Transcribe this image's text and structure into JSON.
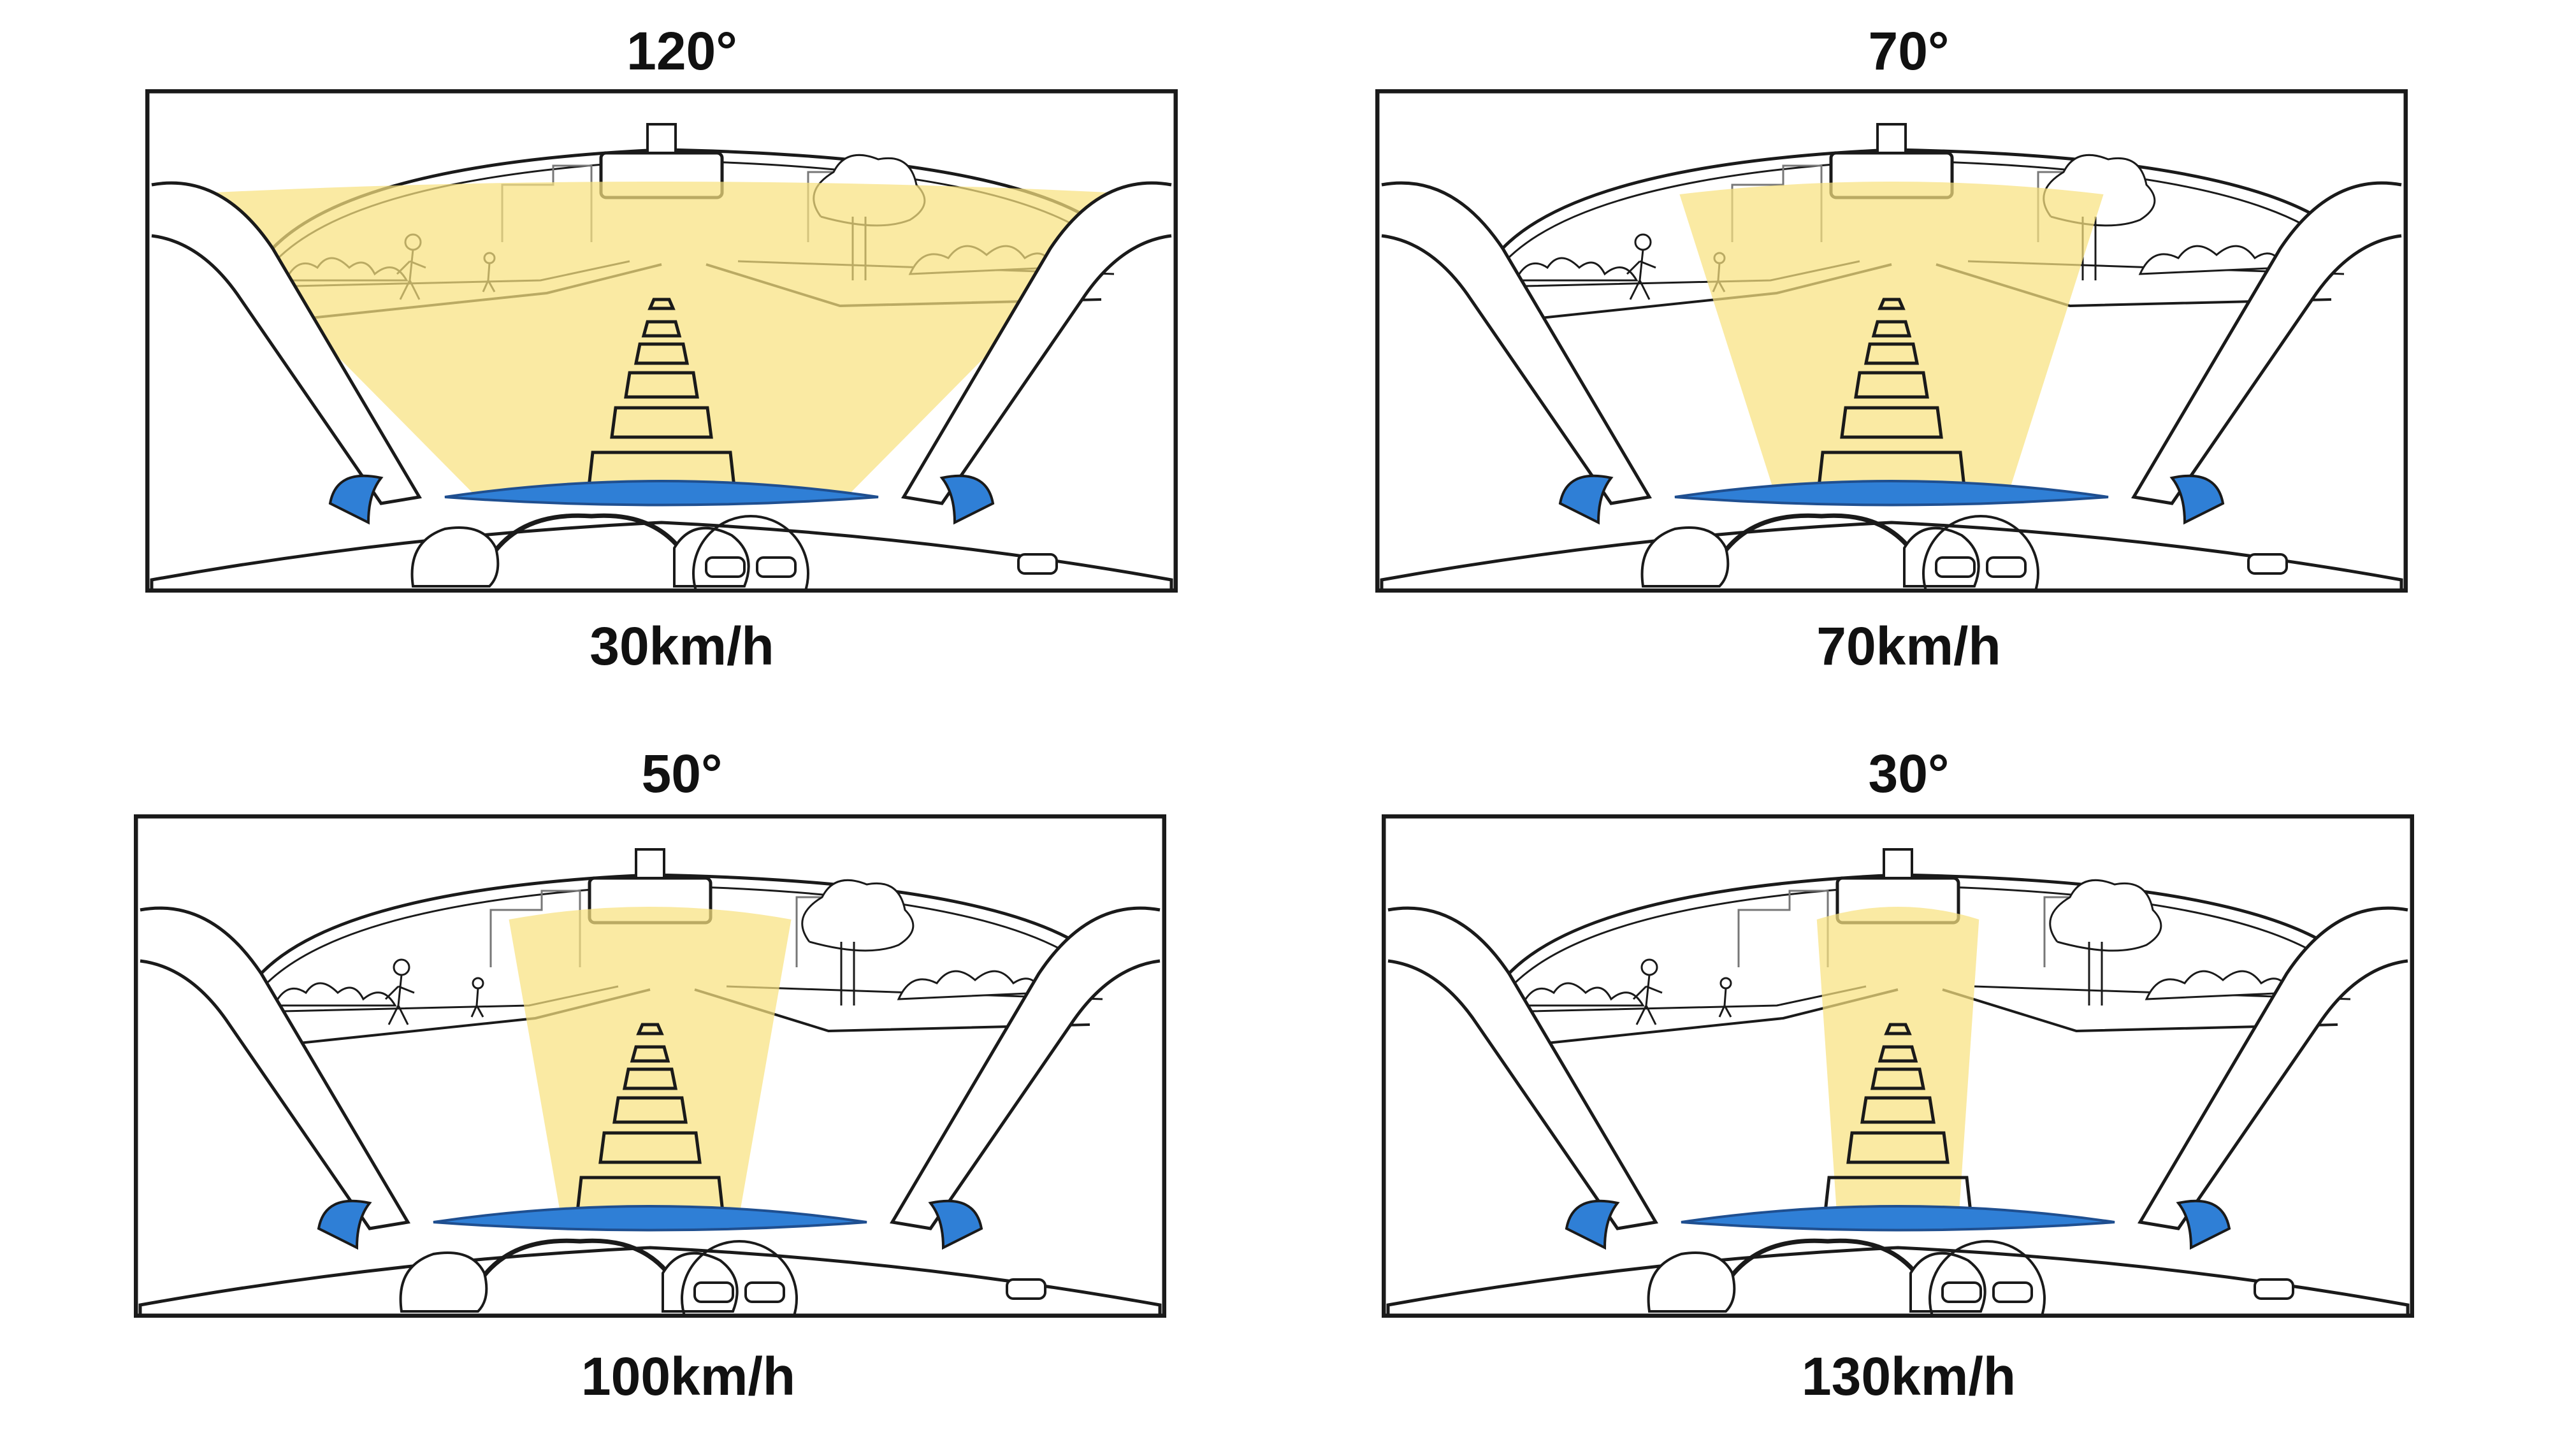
{
  "colors": {
    "cone": "#f8e27f",
    "dashboard_accent": "#2f7fd6",
    "line": "#1a1a1a",
    "background": "#ffffff"
  },
  "panels": [
    {
      "angle": "120°",
      "speed": "30km/h",
      "field_of_view_deg": 120
    },
    {
      "angle": "70°",
      "speed": "70km/h",
      "field_of_view_deg": 70
    },
    {
      "angle": "50°",
      "speed": "100km/h",
      "field_of_view_deg": 50
    },
    {
      "angle": "30°",
      "speed": "130km/h",
      "field_of_view_deg": 30
    }
  ]
}
